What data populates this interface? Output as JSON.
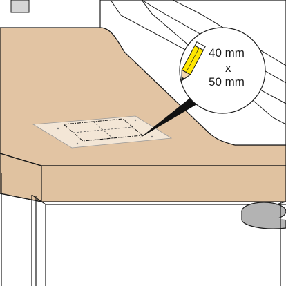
{
  "colors": {
    "countertop_top": "#e2c4a3",
    "countertop_front": "#e0c2a0",
    "stroke": "#1a1a1a",
    "template": "#f3e6d6",
    "knob": "#b3b3b3",
    "highlight": "#ffe600",
    "pointer": "#111111"
  },
  "callout": {
    "width": "40 mm",
    "separator": "x",
    "height": "50 mm"
  },
  "icons": {
    "pencil": "pencil-icon"
  }
}
